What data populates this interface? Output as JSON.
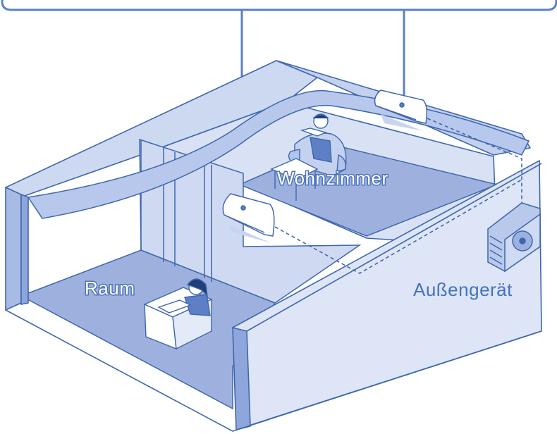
{
  "labels": {
    "living_room": "Wohnzimmer",
    "room": "Raum",
    "outdoor_unit": "Außengerät"
  },
  "colors": {
    "line": "#5b80c4",
    "outline": "#3f67ad",
    "wall_fill": "#d4def3",
    "wall_side": "#a9bce6",
    "floor_fill": "#9aaedd",
    "floor_light": "#b3c4ea",
    "shadow": "#c7d5f0",
    "white": "#ffffff"
  },
  "icons": {
    "indoor_unit_living": "wall-mounted-ac-icon",
    "indoor_unit_room": "wall-mounted-ac-icon",
    "outdoor_unit": "outdoor-compressor-icon",
    "person_reading": "person-reading-icon",
    "person_writing": "person-writing-icon"
  }
}
